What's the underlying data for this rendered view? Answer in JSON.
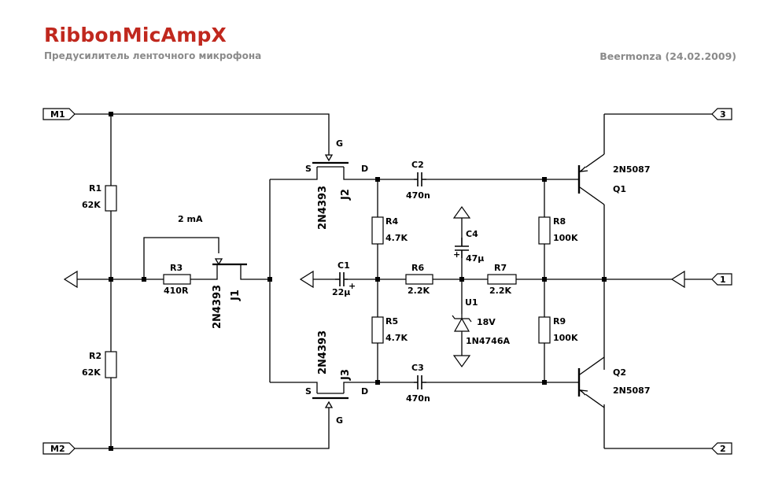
{
  "header": {
    "title": "RibbonMicAmpX",
    "subtitle": "Предусилитель ленточного микрофона",
    "author": "Beermonza (24.02.2009)"
  },
  "ports": {
    "m1": "M1",
    "m2": "M2",
    "p1": "1",
    "p2": "2",
    "p3": "3"
  },
  "resistors": {
    "r1": {
      "name": "R1",
      "value": "62K"
    },
    "r2": {
      "name": "R2",
      "value": "62K"
    },
    "r3": {
      "name": "R3",
      "value": "410R"
    },
    "r4": {
      "name": "R4",
      "value": "4.7K"
    },
    "r5": {
      "name": "R5",
      "value": "4.7K"
    },
    "r6": {
      "name": "R6",
      "value": "2.2K"
    },
    "r7": {
      "name": "R7",
      "value": "2.2K"
    },
    "r8": {
      "name": "R8",
      "value": "100K"
    },
    "r9": {
      "name": "R9",
      "value": "100K"
    }
  },
  "capacitors": {
    "c1": {
      "name": "C1",
      "value": "22µ",
      "polarity": "+"
    },
    "c2": {
      "name": "C2",
      "value": "470n"
    },
    "c3": {
      "name": "C3",
      "value": "470n"
    },
    "c4": {
      "name": "C4",
      "value": "47µ",
      "polarity": "+"
    }
  },
  "diode": {
    "name": "U1",
    "value": "18V",
    "part": "1N4746A"
  },
  "transistors": {
    "j1": {
      "name": "J1",
      "part": "2N4393"
    },
    "j2": {
      "name": "J2",
      "part": "2N4393",
      "g": "G",
      "s": "S",
      "d": "D"
    },
    "j3": {
      "name": "J3",
      "part": "2N4393",
      "g": "G",
      "s": "S",
      "d": "D"
    },
    "q1": {
      "name": "Q1",
      "part": "2N5087"
    },
    "q2": {
      "name": "Q2",
      "part": "2N5087"
    }
  },
  "annotations": {
    "current": "2 mA"
  },
  "colors": {
    "title": "#c0281e",
    "subtitle": "#8a8a8a",
    "wire": "#000000"
  }
}
